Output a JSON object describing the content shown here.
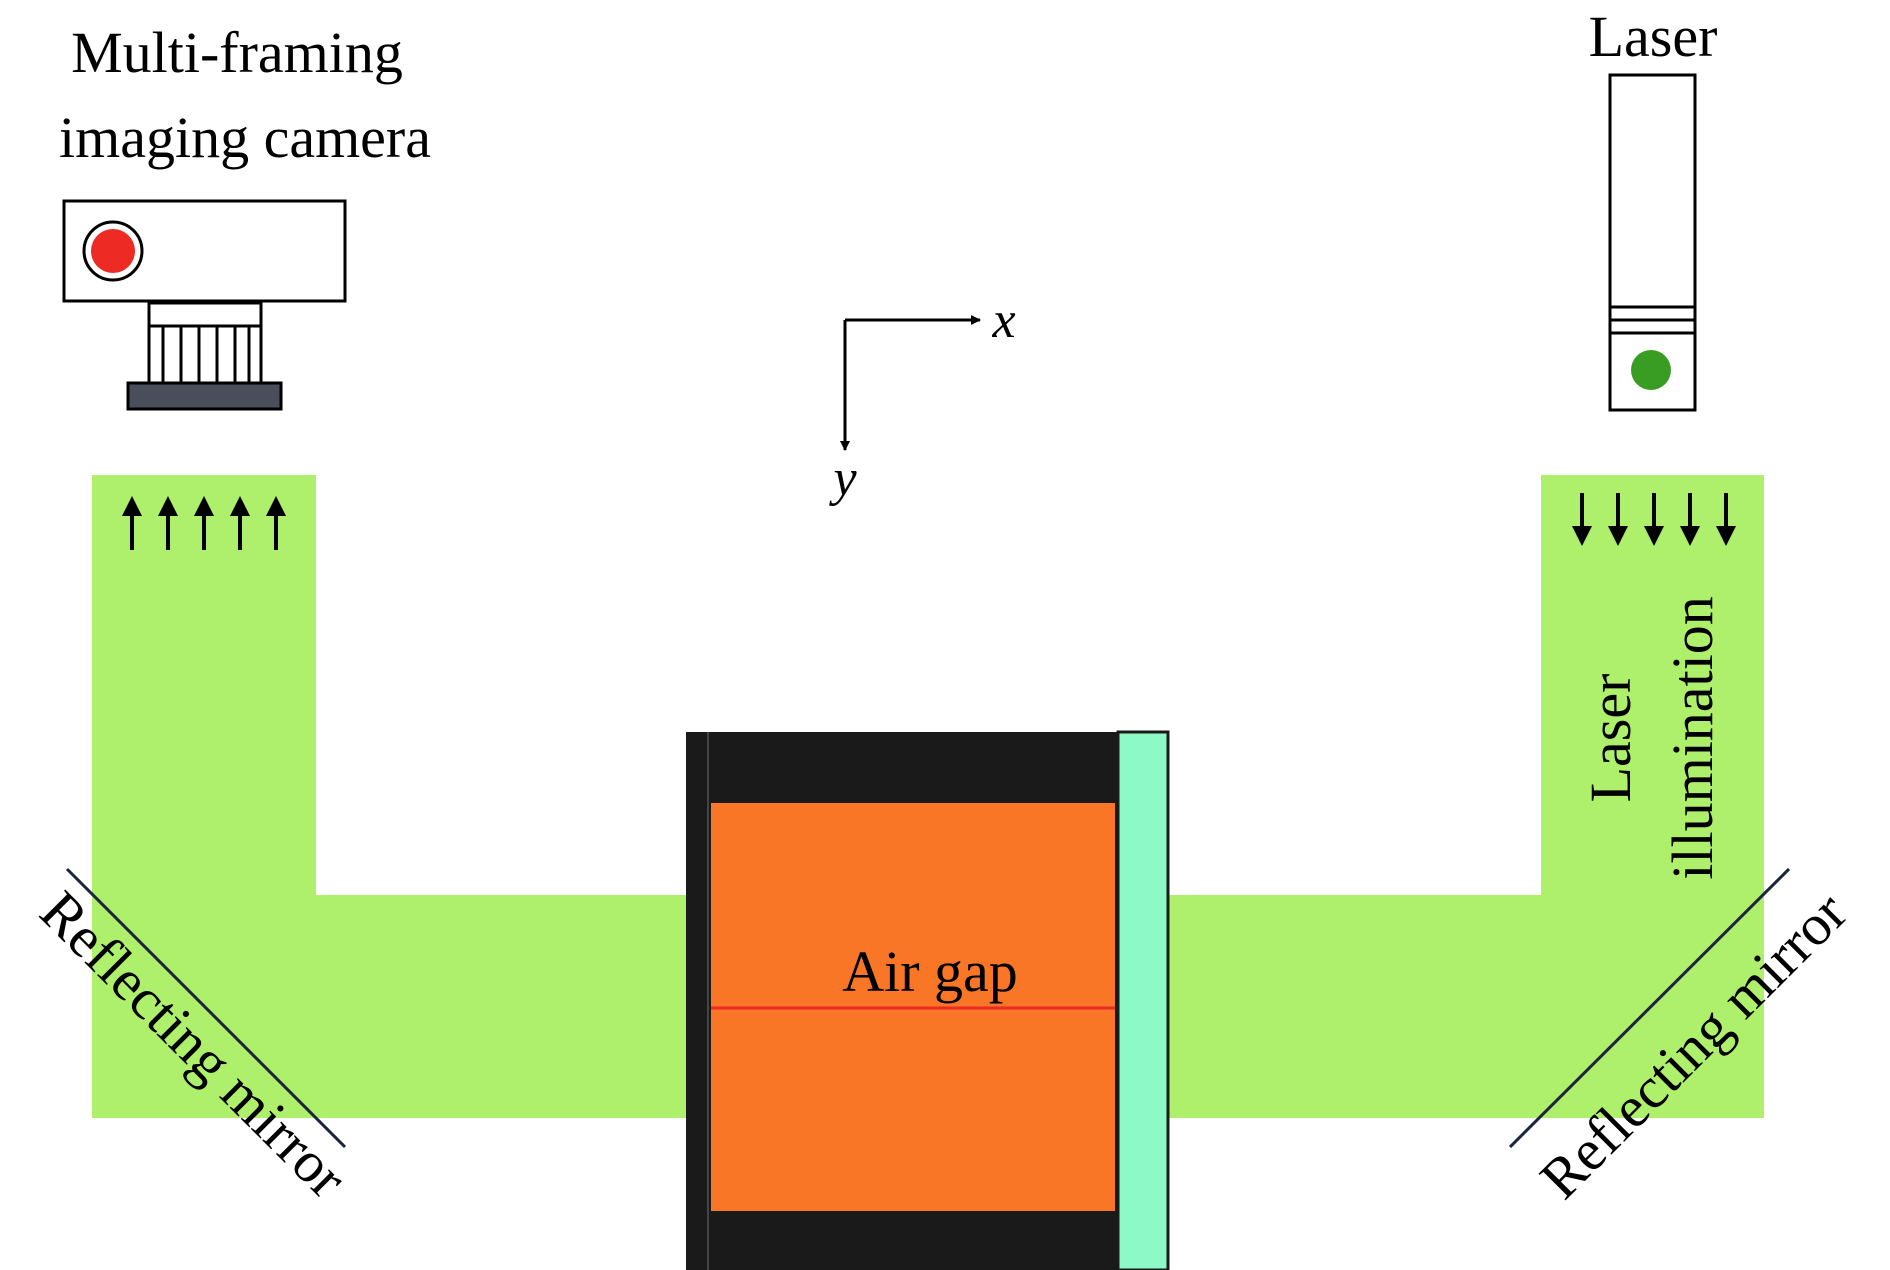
{
  "labels": {
    "camera_line1": "Multi-framing",
    "camera_line2": "imaging camera",
    "laser": "Laser",
    "illumination_line1": "Laser",
    "illumination_line2": "illumination",
    "air_gap": "Air gap",
    "mirror_left": "Reflecting mirror",
    "mirror_right": "Reflecting mirror",
    "axis_x": "x",
    "axis_y": "y"
  },
  "colors": {
    "beam": "#aeef6b",
    "sample_core": "#fa7627",
    "sample_frame": "#1a1a1a",
    "window": "#8cf9c6",
    "camera_lens": "#ee2a24",
    "camera_base": "#4a4e5a",
    "laser_output": "#3a9d23",
    "air_gap_line": "#ee2a24",
    "mirror": "#1c2440"
  },
  "icons": {
    "camera": "camera-icon",
    "laser": "laser-icon",
    "mirror": "mirror-icon"
  }
}
